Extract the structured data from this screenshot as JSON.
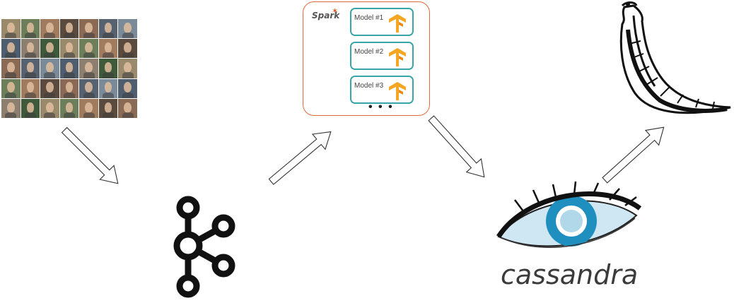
{
  "spark": {
    "logo_text": "Spark"
  },
  "models": [
    {
      "label": "Model #1"
    },
    {
      "label": "Model #2"
    },
    {
      "label": "Model #3"
    }
  ],
  "ellipsis": "• • •",
  "cassandra": {
    "wordmark": "cassandra"
  },
  "colors": {
    "panel_border": "#e06a3a",
    "model_border": "#3aa5a9",
    "tensorflow_orange": "#f5a623",
    "cassandra_blue": "#1f8fbf"
  },
  "icons": [
    "photo-grid",
    "kafka-logo",
    "spark-logo",
    "tensorflow-icon",
    "cassandra-eye",
    "flask-horn"
  ]
}
